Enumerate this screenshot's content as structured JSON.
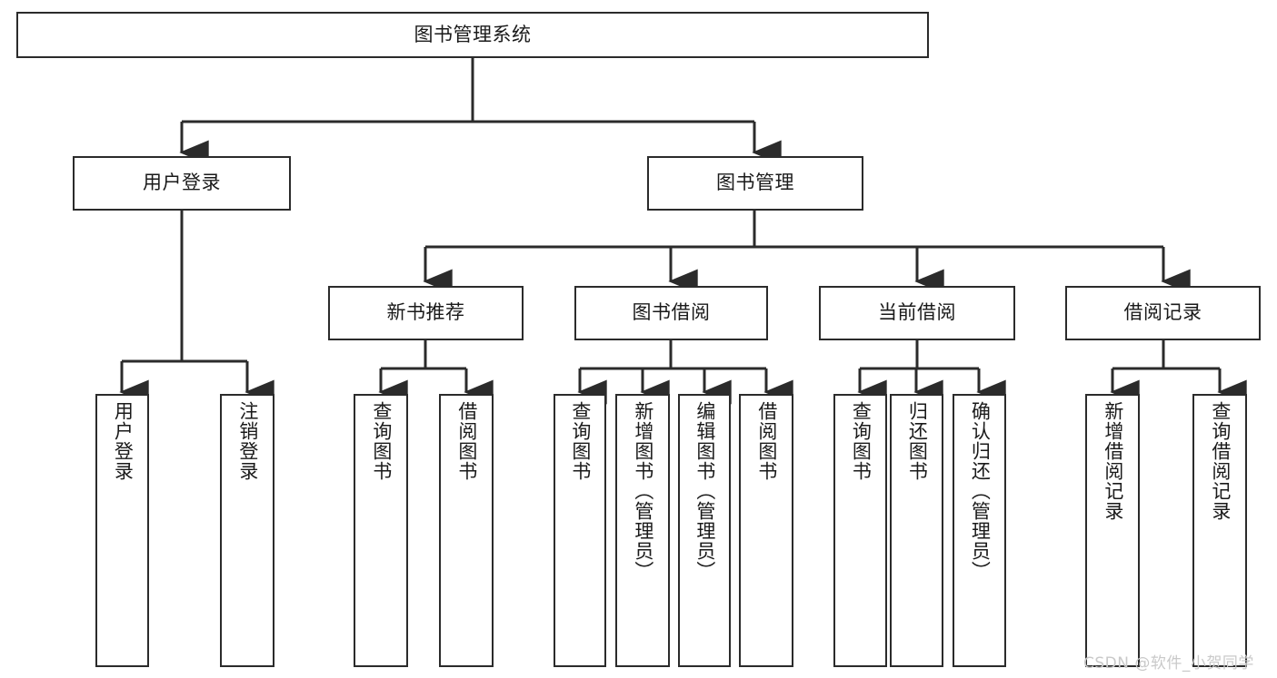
{
  "diagram": {
    "type": "tree-hierarchy-functional-decomposition",
    "title": "图书管理系统",
    "watermark": "CSDN @软件_小贺同学",
    "colors": {
      "stroke": "#2b2b2b",
      "fill": "#ffffff",
      "text": "#1a1a1a",
      "watermark": "#c9c9c9"
    },
    "nodes": {
      "root": {
        "label": "图书管理系统"
      },
      "level2": [
        {
          "label": "用户登录"
        },
        {
          "label": "图书管理"
        }
      ],
      "level3": [
        {
          "label": "新书推荐"
        },
        {
          "label": "图书借阅"
        },
        {
          "label": "当前借阅"
        },
        {
          "label": "借阅记录"
        }
      ],
      "leaves": {
        "user_login": [
          {
            "label": "用户登录"
          },
          {
            "label": "注销登录"
          }
        ],
        "new_book": [
          {
            "label": "查询图书"
          },
          {
            "label": "借阅图书"
          }
        ],
        "book_borrow": [
          {
            "label": "查询图书"
          },
          {
            "label": "新增图书（管理员）"
          },
          {
            "label": "编辑图书（管理员）"
          },
          {
            "label": "借阅图书"
          }
        ],
        "current_borrow": [
          {
            "label": "查询图书"
          },
          {
            "label": "归还图书"
          },
          {
            "label": "确认归还（管理员）"
          }
        ],
        "borrow_record": [
          {
            "label": "新增借阅记录"
          },
          {
            "label": "查询借阅记录"
          }
        ]
      }
    }
  }
}
